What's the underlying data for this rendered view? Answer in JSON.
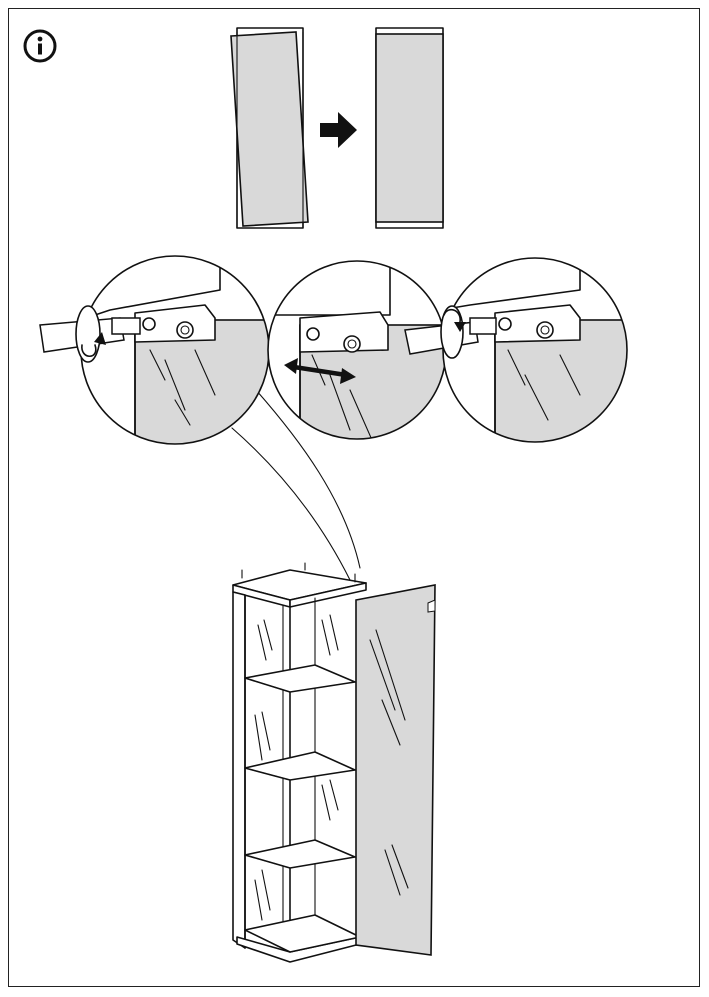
{
  "instruction_step": {
    "info_icon": "info-circle-icon",
    "door_alignment": {
      "before": "door-misaligned",
      "transition_icon": "arrow-right-icon",
      "after": "door-aligned"
    },
    "hinge_adjustments": [
      {
        "id": "hinge-adjust-tighten-left",
        "tool_icon": "screwdriver-icon",
        "motion_icon": "rotate-arrow-icon"
      },
      {
        "id": "hinge-slide-adjust",
        "motion_icon": "double-arrow-horizontal-icon"
      },
      {
        "id": "hinge-adjust-tighten-right",
        "tool_icon": "screwdriver-icon",
        "motion_icon": "rotate-arrow-icon"
      }
    ],
    "cabinet": {
      "shelves": 3,
      "door_state": "open"
    }
  },
  "colors": {
    "line": "#111111",
    "glass": "#d9d9d9",
    "background": "#ffffff"
  }
}
